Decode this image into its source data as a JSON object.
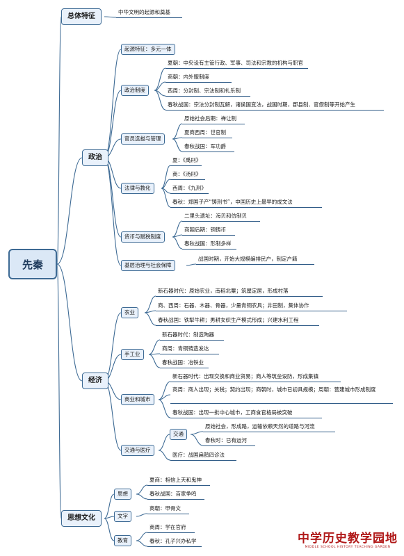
{
  "root": "先秦",
  "watermark": {
    "main": "中学历史教学园地",
    "sub": "MIDDLE SCHOOL HISTORY TEACHING GARDEN"
  },
  "overall": {
    "label": "总体特征",
    "leaf": "中华文明的起源和奠基"
  },
  "politics": {
    "label": "政治",
    "origin": "起源特征：多元一体",
    "system": {
      "label": "政治制度",
      "items": [
        "夏朝：中央设有主管行政、军事、司法和宗教的机构与职官",
        "商朝：内外服制度",
        "西周：分封制、宗法制和礼乐制",
        "春秋战国：宗法分封制瓦解，诸侯国变法，战国时期，郡县制、官僚制等开始产生"
      ]
    },
    "officials": {
      "label": "官员选拔与管理",
      "items": [
        "原始社会后期：禅让制",
        "夏商西周：世官制",
        "春秋战国：军功爵"
      ]
    },
    "law": {
      "label": "法律与教化",
      "items": [
        "夏：《禹刑》",
        "商：《汤刑》",
        "西周：《九刑》",
        "春秋：郑国子产“铸刑书”，中国历史上最早的成文法"
      ]
    },
    "currency": {
      "label": "货币与赋税制度",
      "items": [
        "二里头遗址：海贝和仿制贝",
        "商朝后期：铜铸币",
        "春秋战国：形制多样"
      ]
    },
    "grassroots": {
      "label": "基层治理与社会保障",
      "leaf": "战国时期，开始大规模编排民户，制定户籍"
    }
  },
  "economy": {
    "label": "经济",
    "agriculture": {
      "label": "农业",
      "items": [
        "新石器时代：原始农业，南稻北粟；筑屋定居，形成村落",
        "商、西周：石器、木器、骨器，少量青铜农具；井田制，集体协作",
        "春秋战国：铁犁牛耕；男耕女织生产模式形成；兴建水利工程"
      ]
    },
    "handicraft": {
      "label": "手工业",
      "items": [
        "新石器时代：制造陶器",
        "商周：青铜铸造发达",
        "春秋战国：冶铁业"
      ]
    },
    "commerce": {
      "label": "商业和城市",
      "items": [
        "新石器时代：出现交换和商业贸易；商人等筑垒设防，形成集镇",
        "商周：商人出现；关税；契约出现；商朝时，城市已初具规模；周朝：营建城市形成制度",
        "春秋战国：出现一批中心城市，工商食官格局被突破"
      ]
    },
    "transport": {
      "label": "交通与医疗",
      "traffic": {
        "label": "交通",
        "items": [
          "原始社会，形成路，运输依赖天然的道路与河流",
          "春秋时：已有运河"
        ]
      },
      "medical": "医疗：战国扁鹊四诊法"
    }
  },
  "culture": {
    "label": "思想文化",
    "thought": {
      "label": "思想",
      "items": [
        "夏商：相信上天和鬼神",
        "春秋战国：百家争鸣"
      ]
    },
    "writing": {
      "label": "文字",
      "items": [
        "商朝：甲骨文"
      ]
    },
    "education": {
      "label": "教育",
      "items": [
        "商周：学在官府",
        "春秋：孔子兴办私学"
      ]
    }
  }
}
